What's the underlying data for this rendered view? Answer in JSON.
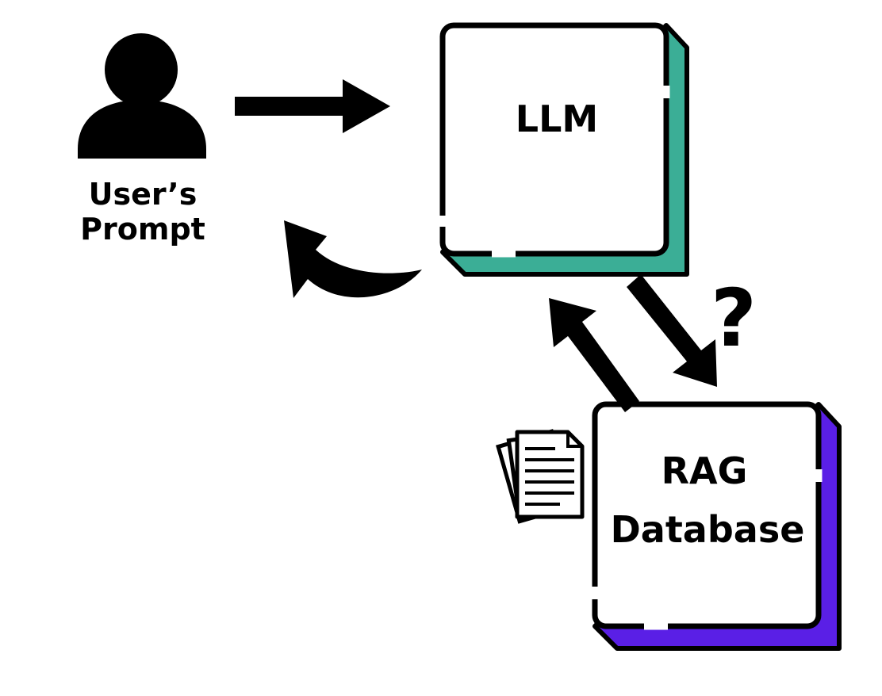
{
  "user": {
    "label_line1": "User’s",
    "label_line2": "Prompt",
    "icon": "user-silhouette-icon"
  },
  "llm": {
    "label": "LLM",
    "shadow_color": "#3BAE96"
  },
  "rag": {
    "label_line1": "RAG",
    "label_line2": "Database",
    "shadow_color": "#5A1FE6",
    "icon": "documents-icon"
  },
  "query_marker": "?",
  "colors": {
    "ink": "#000000",
    "background": "#FFFFFF"
  }
}
